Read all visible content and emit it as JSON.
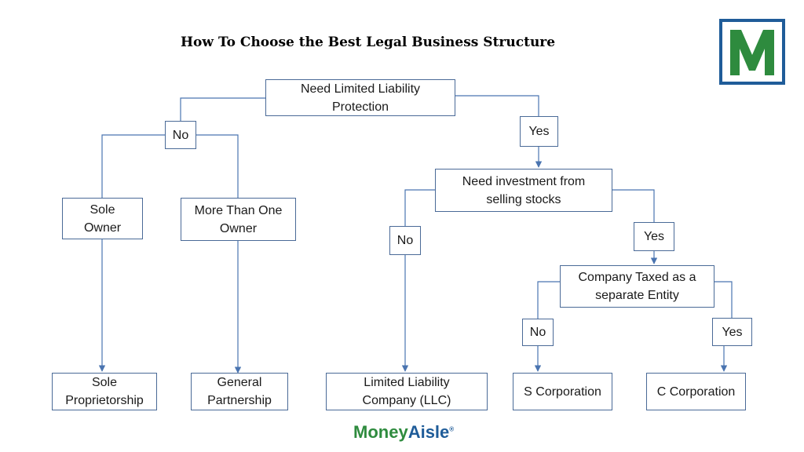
{
  "title": "How To Choose the Best Legal Business Structure",
  "logo": {
    "letter": "M",
    "border_color": "#1f5c99",
    "letter_color": "#2e8b3e"
  },
  "brand": {
    "part1": "Money",
    "part2": "Aisle",
    "registered": "®"
  },
  "nodes": {
    "root": {
      "line1": "Need Limited Liability",
      "line2": "Protection"
    },
    "no1": {
      "text": "No"
    },
    "yes1": {
      "text": "Yes"
    },
    "sole_owner": {
      "line1": "Sole",
      "line2": "Owner"
    },
    "more_owner": {
      "line1": "More Than One",
      "line2": "Owner"
    },
    "investment": {
      "line1": "Need investment from",
      "line2": "selling stocks"
    },
    "no2": {
      "text": "No"
    },
    "yes2": {
      "text": "Yes"
    },
    "taxed": {
      "line1": "Company Taxed as a",
      "line2": "separate Entity"
    },
    "no3": {
      "text": "No"
    },
    "yes3": {
      "text": "Yes"
    },
    "sole_prop": {
      "line1": "Sole",
      "line2": "Proprietorship"
    },
    "general_partnership": {
      "line1": "General",
      "line2": "Partnership"
    },
    "llc": {
      "line1": "Limited Liability",
      "line2": "Company (LLC)"
    },
    "s_corp": {
      "text": "S Corporation"
    },
    "c_corp": {
      "text": "C Corporation"
    }
  },
  "colors": {
    "line": "#4a74b0",
    "box_border": "#4a6a97"
  }
}
